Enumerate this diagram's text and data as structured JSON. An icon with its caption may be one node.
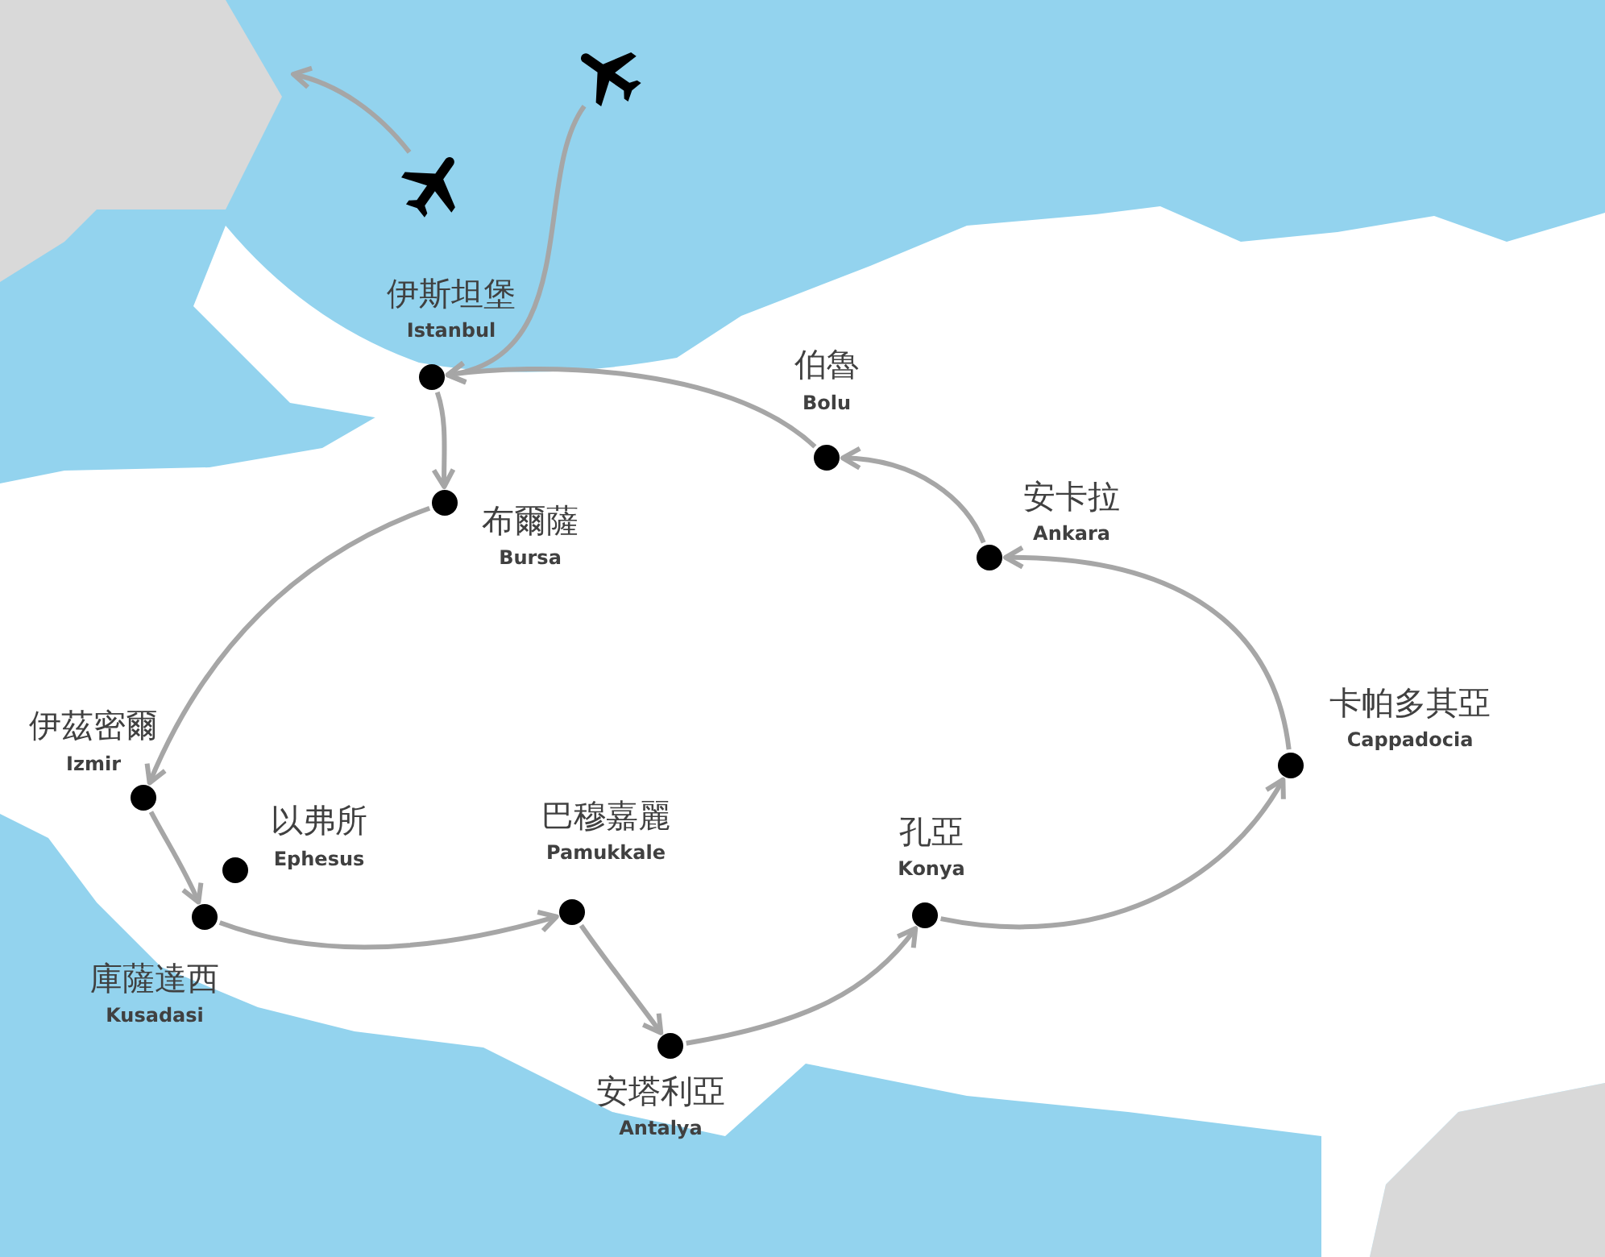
{
  "diagram": {
    "nodes": [
      {
        "text": [],
        "shape": "picture"
      },
      {
        "text": [],
        "shape": "picture"
      },
      {
        "text": [],
        "shape": "circle",
        "beside": [
          "伊斯坦堡",
          "Istanbul"
        ]
      },
      {
        "text": [],
        "shape": "circle",
        "beside": [
          "伯魯",
          "Bolu"
        ]
      },
      {
        "text": [],
        "shape": "circle",
        "beside": [
          "布爾薩",
          "Bursa"
        ]
      },
      {
        "text": [],
        "shape": "circle",
        "beside": [
          "安卡拉",
          "Ankara"
        ]
      },
      {
        "text": [],
        "shape": "circle",
        "beside": [
          "伊茲密爾",
          "Izmir"
        ]
      },
      {
        "text": [],
        "shape": "circle",
        "beside": [
          "卡帕多其亞",
          "Cappadocia"
        ]
      },
      {
        "text": [],
        "shape": "circle",
        "beside": [
          "以弗所",
          "Ephesus"
        ]
      },
      {
        "text": [],
        "shape": "circle",
        "beside": [
          "巴穆嘉麗",
          "Pamukkale"
        ]
      },
      {
        "text": [],
        "shape": "circle",
        "beside": [
          "庫薩達西",
          "Kusadasi"
        ]
      },
      {
        "text": [],
        "shape": "circle",
        "beside": [
          "孔亞",
          "Konya"
        ]
      },
      {
        "text": [],
        "shape": "circle",
        "beside": [
          "安塔利亞",
          "Antalya"
        ]
      }
    ],
    "edges": [
      {
        "from": 0,
        "to": null,
        "arrow": "to"
      },
      {
        "from": 1,
        "to": 2,
        "arrow": "to"
      },
      {
        "from": 2,
        "to": 4,
        "arrow": "to"
      },
      {
        "from": 4,
        "to": 6,
        "arrow": "to"
      },
      {
        "from": 6,
        "to": 10,
        "arrow": "to"
      },
      {
        "from": 10,
        "to": 9,
        "arrow": "to"
      },
      {
        "from": 9,
        "to": 12,
        "arrow": "to"
      },
      {
        "from": 12,
        "to": 11,
        "arrow": "to"
      },
      {
        "from": 11,
        "to": 7,
        "arrow": "to"
      },
      {
        "from": 7,
        "to": 5,
        "arrow": "to"
      },
      {
        "from": 5,
        "to": 3,
        "arrow": "to"
      },
      {
        "from": 3,
        "to": 2,
        "arrow": "to"
      }
    ]
  }
}
